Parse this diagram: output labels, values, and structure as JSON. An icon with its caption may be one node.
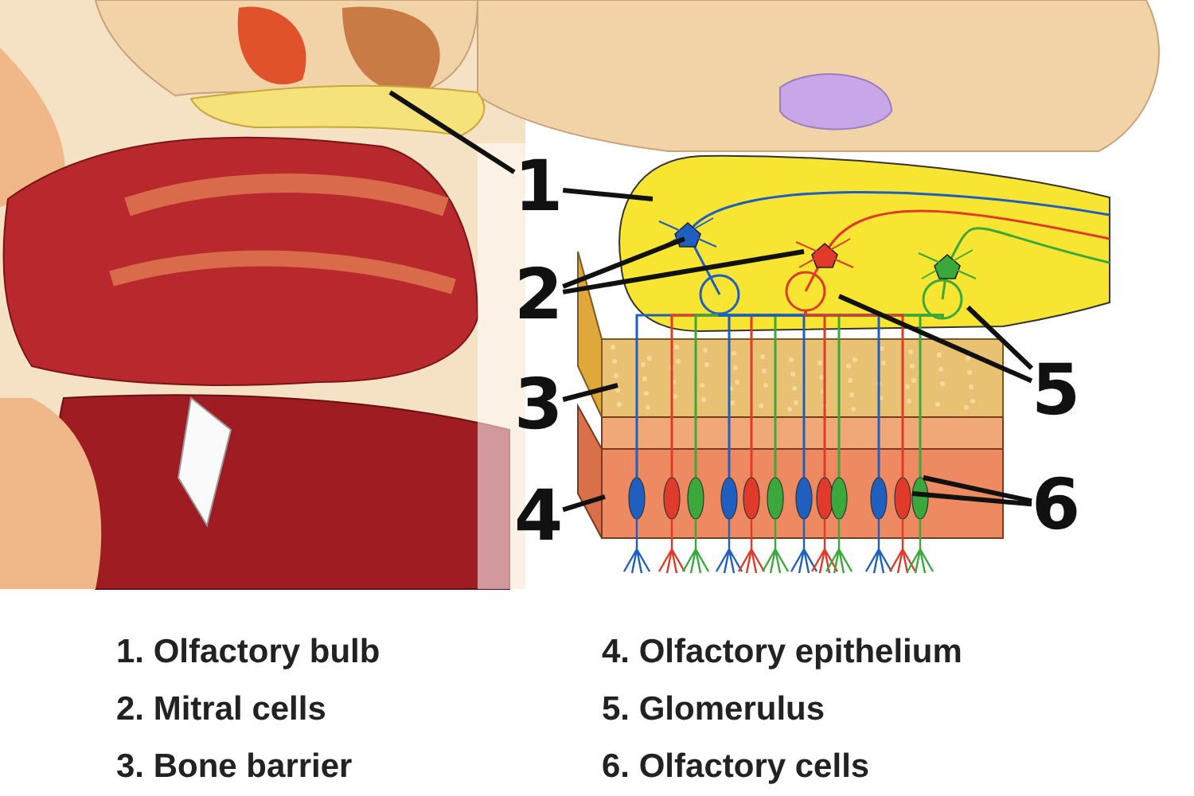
{
  "diagram": {
    "nodes": [
      {
        "text": [
          "1"
        ]
      },
      {
        "text": [
          "2"
        ]
      },
      {
        "text": [
          "3"
        ]
      },
      {
        "text": [
          "4"
        ]
      },
      {
        "text": [
          "5"
        ]
      },
      {
        "text": [
          "6"
        ]
      }
    ],
    "edges": [
      {
        "from": 0,
        "to": null,
        "arrow": "none"
      },
      {
        "from": 0,
        "to": null,
        "arrow": "none"
      },
      {
        "from": 1,
        "to": null,
        "arrow": "none"
      },
      {
        "from": 1,
        "to": null,
        "arrow": "none"
      },
      {
        "from": 2,
        "to": null,
        "arrow": "none"
      },
      {
        "from": 3,
        "to": null,
        "arrow": "none"
      },
      {
        "from": 4,
        "to": null,
        "arrow": "none"
      },
      {
        "from": 4,
        "to": null,
        "arrow": "none"
      },
      {
        "from": 5,
        "to": null,
        "arrow": "none"
      },
      {
        "from": 5,
        "to": null,
        "arrow": "none"
      }
    ],
    "labels": [
      "1. Olfactory bulb",
      "4. Olfactory epithelium",
      "2. Mitral cells",
      "5. Glomerulus",
      "3. Bone barrier",
      "6. Olfactory cells"
    ]
  }
}
